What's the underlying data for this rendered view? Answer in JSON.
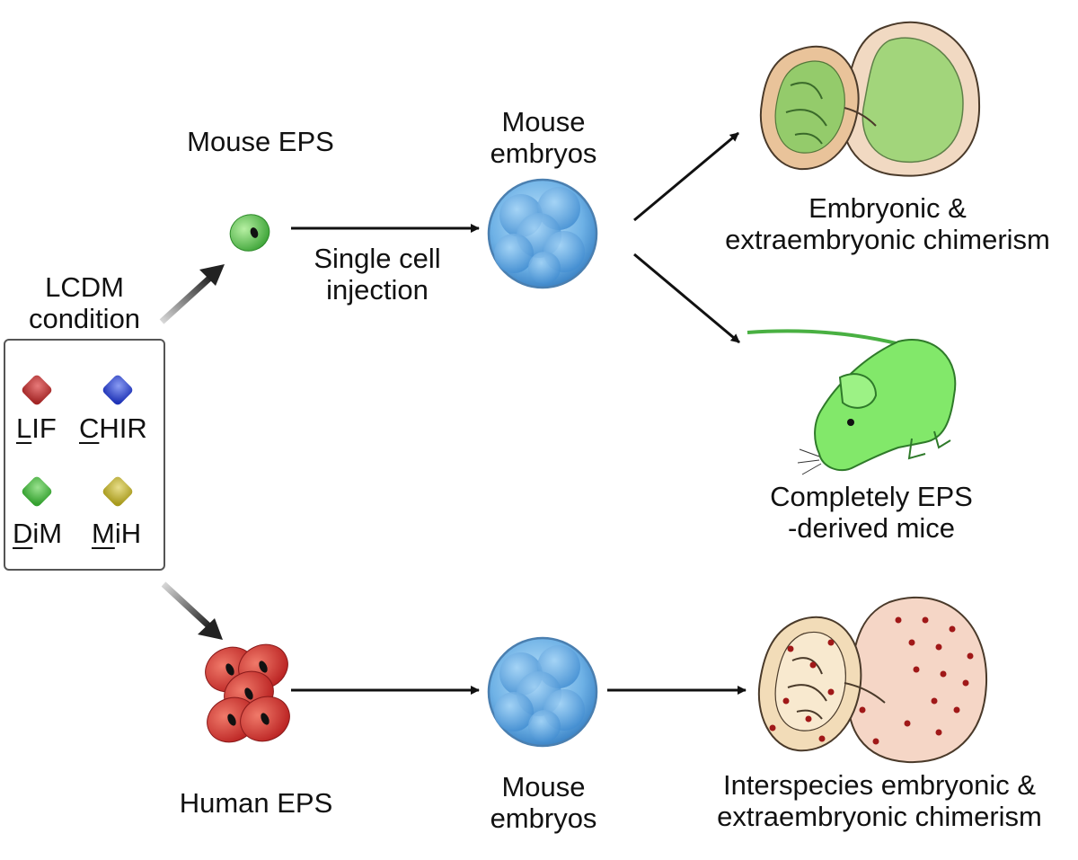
{
  "title": "",
  "lcdm": {
    "line1": "LCDM",
    "line2": "condition"
  },
  "legend": {
    "items": [
      {
        "initial": "L",
        "rest": "IF",
        "color": "#c83a3a"
      },
      {
        "initial": "C",
        "rest": "HIR",
        "color": "#3a4fd0"
      },
      {
        "initial": "D",
        "rest": "iM",
        "color": "#4fb84a"
      },
      {
        "initial": "M",
        "rest": "iH",
        "color": "#c8b83a"
      }
    ]
  },
  "mouse_eps": {
    "label": "Mouse EPS",
    "color": "#55c04f"
  },
  "human_eps": {
    "label": "Human EPS",
    "color": "#cc3333"
  },
  "injection": {
    "line1": "Single cell",
    "line2": "injection"
  },
  "mouse_embryos_top": {
    "line1": "Mouse",
    "line2": "embryos"
  },
  "mouse_embryos_bottom": {
    "line1": "Mouse",
    "line2": "embryos"
  },
  "outcome_chimerism": {
    "line1": "Embryonic &",
    "line2": "extraembryonic chimerism"
  },
  "outcome_mice": {
    "line1": "Completely EPS",
    "line2": "-derived mice"
  },
  "outcome_interspecies": {
    "line1": "Interspecies embryonic &",
    "line2": "extraembryonic chimerism"
  },
  "colors": {
    "embryo": "#5aa2dc",
    "green_tissue": "#7fd35a",
    "conceptus": "#f3dcc0",
    "dot": "#a01818"
  }
}
